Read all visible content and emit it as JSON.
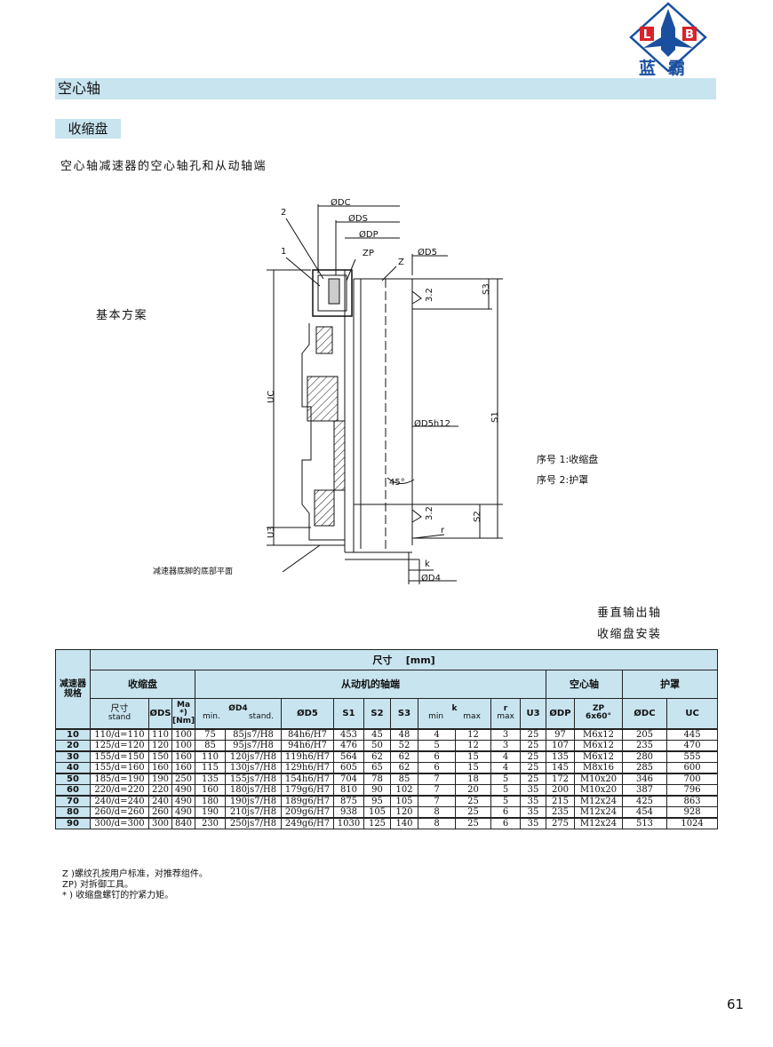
{
  "header": {
    "logo_letters": "LB",
    "logo_text": "蓝霸",
    "section_title": "空心轴",
    "sub_title": "收缩盘",
    "caption": "空心轴减速器的空心轴孔和从动轴端"
  },
  "drawing": {
    "basic_scheme": "基本方案",
    "legend_1": "序号 1:收缩盘",
    "legend_2": "序号 2:护罩",
    "base_note": "减速器底脚的底部平面",
    "labels": {
      "dc": "ØDC",
      "ds": "ØDS",
      "dp": "ØDP",
      "zp": "ZP",
      "z": "Z",
      "d5": "ØD5",
      "d5h12": "ØD5h12",
      "d4": "ØD4",
      "k": "k",
      "r": "r",
      "angle": "45°",
      "uc": "UC",
      "u3": "U3",
      "s1": "S1",
      "s2": "S2",
      "s3": "S3",
      "rough_top": "3.2",
      "rough_bottom": "3.2",
      "pos1": "1",
      "pos2": "2"
    },
    "vertical_1": "垂直输出轴",
    "vertical_2": "收缩盘安装"
  },
  "table": {
    "size_label": "尺寸",
    "size_unit": "[mm]",
    "reducer_spec_1": "减速器",
    "reducer_spec_2": "规格",
    "group_shrink": "收缩盘",
    "group_driven": "从动机的轴端",
    "group_hollow": "空心轴",
    "group_cover": "护罩",
    "col_size": "尺寸",
    "col_size_sub": "stand",
    "col_ds": "ØDS",
    "col_ma": "Ma",
    "col_ma_sub1": "*)",
    "col_ma_sub2": "[Nm]",
    "col_d4": "ØD4",
    "col_d4_min": "min.",
    "col_d4_stand": "stand.",
    "col_d5": "ØD5",
    "col_s1": "S1",
    "col_s2": "S2",
    "col_s3": "S3",
    "col_k": "k",
    "col_k_min": "min",
    "col_k_max": "max",
    "col_r": "r",
    "col_r_max": "max",
    "col_u3": "U3",
    "col_dp": "ØDP",
    "col_zp": "ZP",
    "col_zp_sub": "6x60°",
    "col_dc": "ØDC",
    "col_uc": "UC",
    "rows": [
      [
        "10",
        "110/d=110",
        "110",
        "100",
        "75",
        "85js7/H8",
        "84h6/H7",
        "453",
        "45",
        "48",
        "4",
        "12",
        "3",
        "25",
        "97",
        "M6x12",
        "205",
        "445"
      ],
      [
        "20",
        "125/d=120",
        "120",
        "100",
        "85",
        "95js7/H8",
        "94h6/H7",
        "476",
        "50",
        "52",
        "5",
        "12",
        "3",
        "25",
        "107",
        "M6x12",
        "235",
        "470"
      ],
      [
        "30",
        "155/d=150",
        "150",
        "160",
        "110",
        "120js7/H8",
        "119h6/H7",
        "564",
        "62",
        "62",
        "6",
        "15",
        "4",
        "25",
        "135",
        "M6x12",
        "280",
        "555"
      ],
      [
        "40",
        "155/d=160",
        "160",
        "160",
        "115",
        "130js7/H8",
        "129h6/H7",
        "605",
        "65",
        "62",
        "6",
        "15",
        "4",
        "25",
        "145",
        "M8x16",
        "285",
        "600"
      ],
      [
        "50",
        "185/d=190",
        "190",
        "250",
        "135",
        "155js7/H8",
        "154h6/H7",
        "704",
        "78",
        "85",
        "7",
        "18",
        "5",
        "25",
        "172",
        "M10x20",
        "346",
        "700"
      ],
      [
        "60",
        "220/d=220",
        "220",
        "490",
        "160",
        "180js7/H8",
        "179g6/H7",
        "810",
        "90",
        "102",
        "7",
        "20",
        "5",
        "35",
        "200",
        "M10x20",
        "387",
        "796"
      ],
      [
        "70",
        "240/d=240",
        "240",
        "490",
        "180",
        "190js7/H8",
        "189g6/H7",
        "875",
        "95",
        "105",
        "7",
        "25",
        "5",
        "35",
        "215",
        "M12x24",
        "425",
        "863"
      ],
      [
        "80",
        "260/d=260",
        "260",
        "490",
        "190",
        "210js7/H8",
        "209g6/H7",
        "938",
        "105",
        "120",
        "8",
        "25",
        "6",
        "35",
        "235",
        "M12x24",
        "454",
        "928"
      ],
      [
        "90",
        "300/d=300",
        "300",
        "840",
        "230",
        "250js7/H8",
        "249g6/H7",
        "1030",
        "125",
        "140",
        "8",
        "25",
        "6",
        "35",
        "275",
        "M12x24",
        "513",
        "1024"
      ]
    ]
  },
  "notes": [
    "Z )螺纹孔按用户标准，对推荐组件。",
    "ZP) 对拆御工具。",
    "* ) 收缩盘螺钉的拧紧力矩。"
  ],
  "page_number": "61",
  "colors": {
    "accent": "#c7e4ef",
    "logo_blue": "#1a4fa0",
    "logo_red": "#d8232a"
  }
}
